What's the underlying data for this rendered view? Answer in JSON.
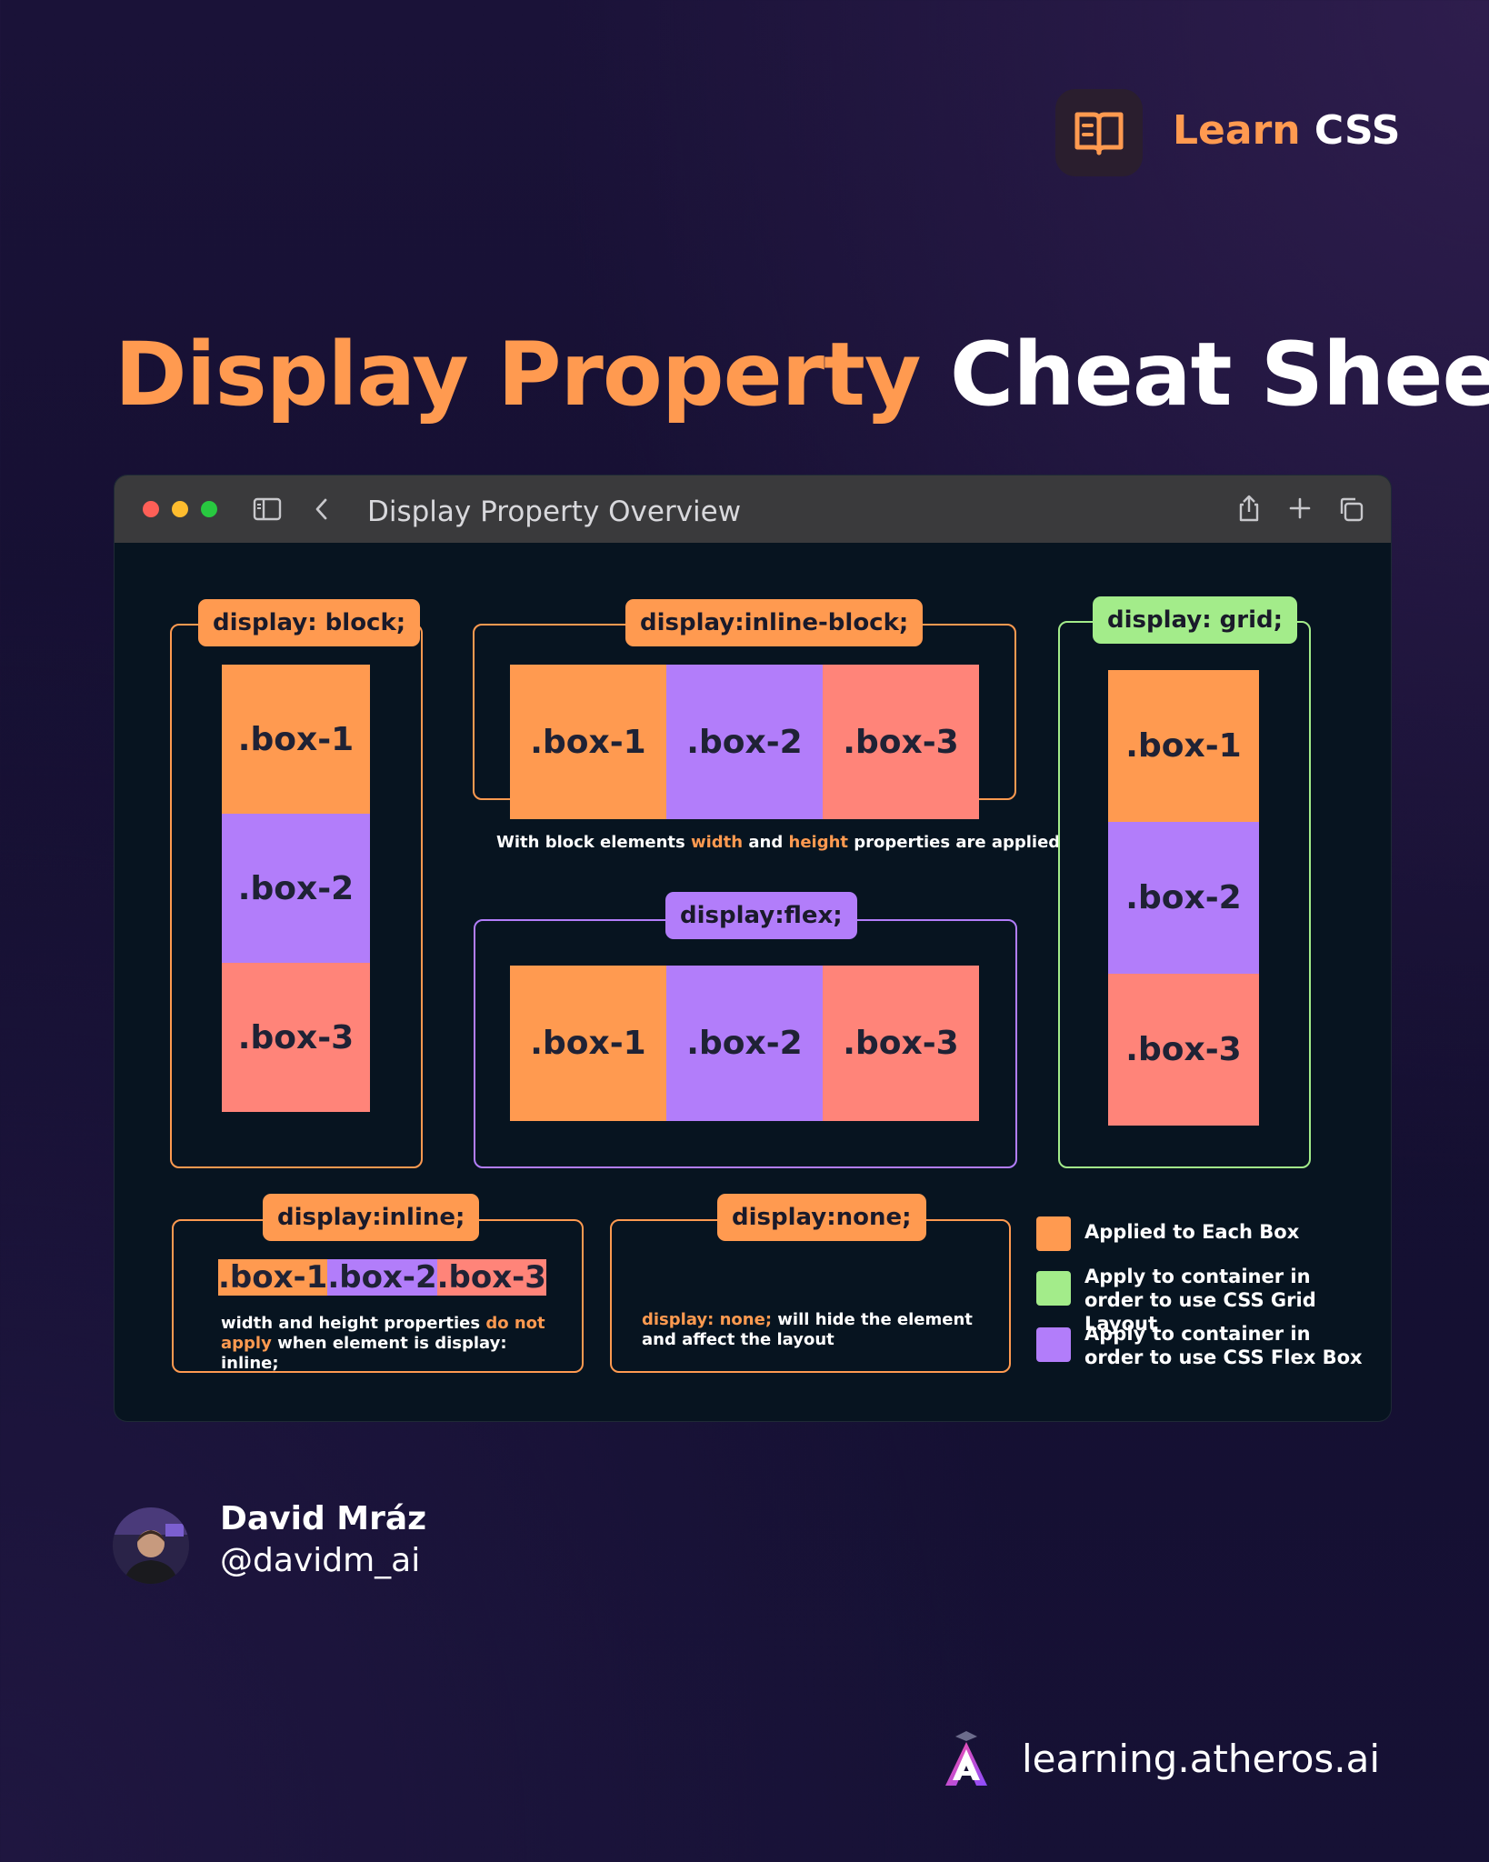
{
  "header": {
    "brand_word1": "Learn",
    "brand_word2": "CSS",
    "icon": "open-book-icon"
  },
  "title": {
    "highlight": "Display Property",
    "rest": "Cheat Sheet"
  },
  "window": {
    "title": "Display Property Overview",
    "toolbar_icons": [
      "sidebar-icon",
      "back-chevron-icon",
      "share-icon",
      "plus-icon",
      "copy-icon"
    ]
  },
  "demos": {
    "block": {
      "label": "display: block;",
      "boxes": [
        ".box-1",
        ".box-2",
        ".box-3"
      ]
    },
    "inline_block": {
      "label": "display:inline-block;",
      "boxes": [
        ".box-1",
        ".box-2",
        ".box-3"
      ],
      "note_before": "With block elements ",
      "note_hl1": "width",
      "note_mid": " and ",
      "note_hl2": "height",
      "note_after": " properties are applied"
    },
    "grid": {
      "label": "display: grid;",
      "boxes": [
        ".box-1",
        ".box-2",
        ".box-3"
      ]
    },
    "flex": {
      "label": "display:flex;",
      "boxes": [
        ".box-1",
        ".box-2",
        ".box-3"
      ]
    },
    "inline": {
      "label": "display:inline;",
      "boxes": [
        ".box-1",
        ".box-2",
        ".box-3"
      ],
      "note_before": "width and height properties ",
      "note_hl": "do not apply",
      "note_after": " when element is display: inline;"
    },
    "none": {
      "label": "display:none;",
      "note_hl": "display: none;",
      "note_after": " will hide the element and affect the layout"
    }
  },
  "legend": [
    {
      "color": "#ff9a50",
      "text": "Applied to Each Box"
    },
    {
      "color": "#a3ec8a",
      "text": "Apply to container in order to use CSS Grid Layout"
    },
    {
      "color": "#b27dfa",
      "text": "Apply to container in order to use CSS Flex Box"
    }
  ],
  "colors": {
    "orange": "#ff9a50",
    "purple": "#b27dfa",
    "salmon": "#ff8479",
    "green": "#a3ec8a"
  },
  "author": {
    "name": "David Mráz",
    "handle": "@davidm_ai"
  },
  "footer": {
    "site": "learning.atheros.ai"
  }
}
